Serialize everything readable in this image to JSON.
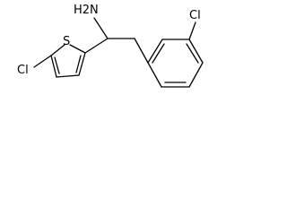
{
  "molecule": {
    "labels": {
      "amine": "H2N",
      "sulfur": "S",
      "thiophene_chlorine": "Cl",
      "phenyl_chlorine": "Cl"
    }
  },
  "colors": {
    "bond": "#000000",
    "text": "#000000",
    "background": "#ffffff"
  }
}
